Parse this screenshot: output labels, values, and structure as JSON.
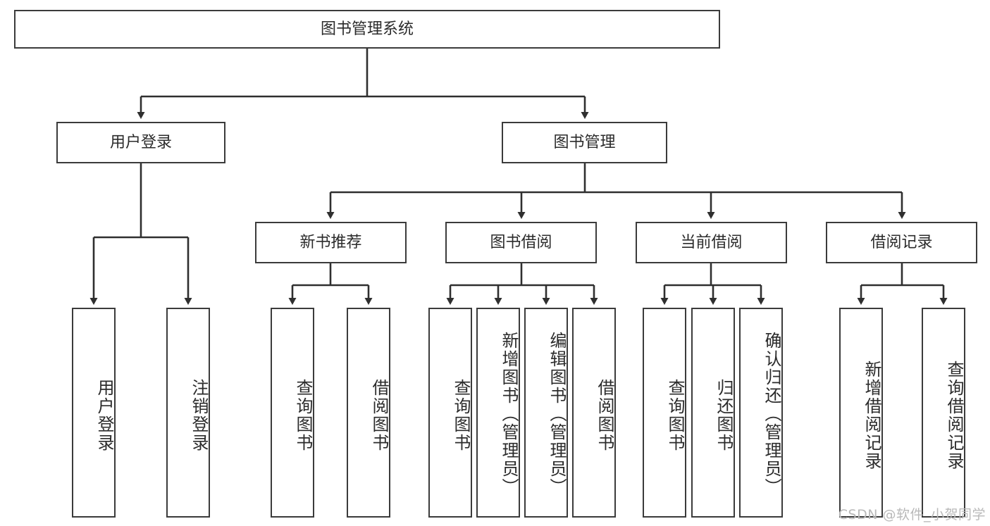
{
  "diagram": {
    "type": "tree",
    "title": "图书管理系统",
    "root": {
      "label": "图书管理系统"
    },
    "level2": [
      {
        "label": "用户登录"
      },
      {
        "label": "图书管理"
      }
    ],
    "level3": [
      {
        "label": "新书推荐",
        "parent": "图书管理"
      },
      {
        "label": "图书借阅",
        "parent": "图书管理"
      },
      {
        "label": "当前借阅",
        "parent": "图书管理"
      },
      {
        "label": "借阅记录",
        "parent": "图书管理"
      }
    ],
    "leaves": {
      "user_login": [
        {
          "label": "用户登录"
        },
        {
          "label": "注销登录"
        }
      ],
      "new_book_recommend": [
        {
          "label": "查询图书"
        },
        {
          "label": "借阅图书"
        }
      ],
      "book_borrow": [
        {
          "label": "查询图书"
        },
        {
          "label": "新增图书（管理员）"
        },
        {
          "label": "编辑图书（管理员）"
        },
        {
          "label": "借阅图书"
        }
      ],
      "current_borrow": [
        {
          "label": "查询图书"
        },
        {
          "label": "归还图书"
        },
        {
          "label": "确认归还（管理员）"
        }
      ],
      "borrow_record": [
        {
          "label": "新增借阅记录"
        },
        {
          "label": "查询借阅记录"
        }
      ]
    }
  },
  "watermark": {
    "text": "CSDN @软件_小贺同学"
  },
  "colors": {
    "box_border": "#3b3b3b",
    "box_fill": "#ffffff",
    "text": "#2b2b2b",
    "connector": "#2f2f2f",
    "watermark": "#b9b9b9",
    "background": "#ffffff"
  }
}
